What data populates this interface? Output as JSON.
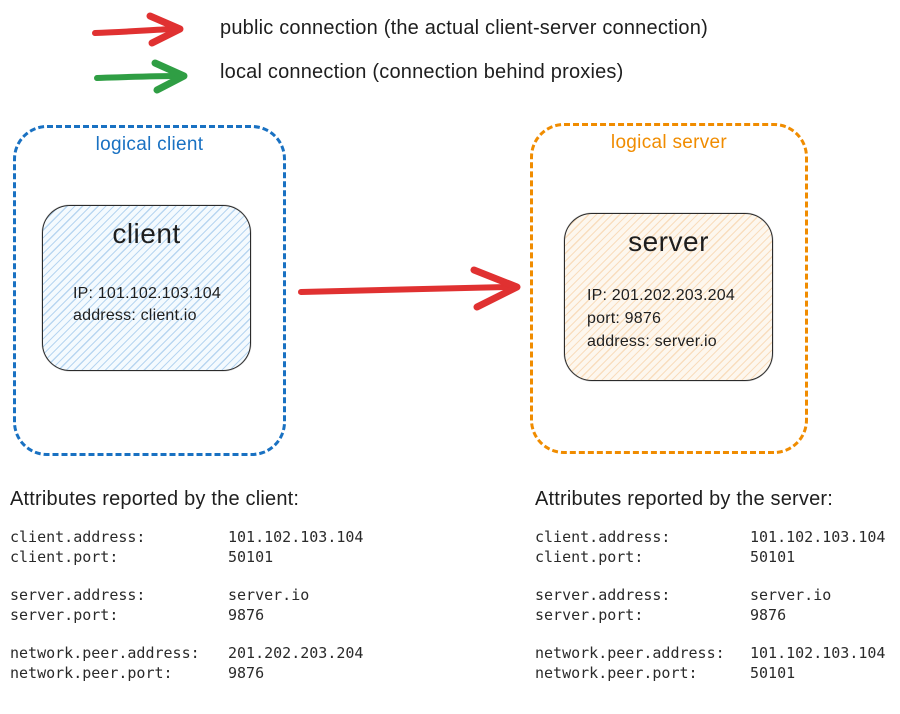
{
  "legend": {
    "items": [
      {
        "label": "public connection (the actual client-server connection)",
        "color": "#e03131"
      },
      {
        "label": "local connection (connection behind proxies)",
        "color": "#2f9e44"
      }
    ]
  },
  "client_group": {
    "label": "logical client",
    "node": {
      "title": "client",
      "lines": [
        "IP: 101.102.103.104",
        "address: client.io"
      ]
    }
  },
  "server_group": {
    "label": "logical server",
    "node": {
      "title": "server",
      "lines": [
        "IP: 201.202.203.204",
        "port: 9876",
        "address: server.io"
      ]
    }
  },
  "client_attributes": {
    "title": "Attributes reported by the client:",
    "groups": [
      [
        {
          "key": "client.address:",
          "value": "101.102.103.104"
        },
        {
          "key": "client.port:",
          "value": "50101"
        }
      ],
      [
        {
          "key": "server.address:",
          "value": "server.io"
        },
        {
          "key": "server.port:",
          "value": "9876"
        }
      ],
      [
        {
          "key": "network.peer.address:",
          "value": "201.202.203.204"
        },
        {
          "key": "network.peer.port:",
          "value": "9876"
        }
      ]
    ]
  },
  "server_attributes": {
    "title": "Attributes reported by the server:",
    "groups": [
      [
        {
          "key": "client.address:",
          "value": "101.102.103.104"
        },
        {
          "key": "client.port:",
          "value": "50101"
        }
      ],
      [
        {
          "key": "server.address:",
          "value": "server.io"
        },
        {
          "key": "server.port:",
          "value": "9876"
        }
      ],
      [
        {
          "key": "network.peer.address:",
          "value": "101.102.103.104"
        },
        {
          "key": "network.peer.port:",
          "value": "50101"
        }
      ]
    ]
  },
  "colors": {
    "public_connection": "#e03131",
    "local_connection": "#2f9e44",
    "client_accent": "#1971c2",
    "server_accent": "#f08c00",
    "ink": "#1e1e1e"
  }
}
